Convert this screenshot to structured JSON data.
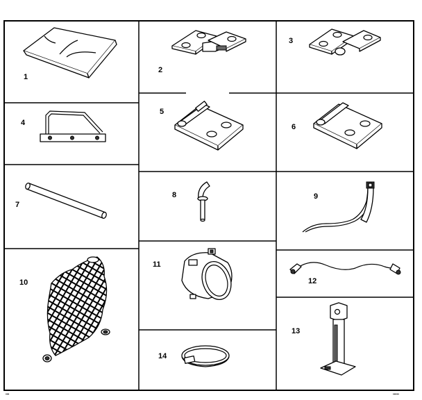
{
  "diagram": {
    "parts": [
      {
        "number": "1",
        "icon": "bag-icon"
      },
      {
        "number": "2",
        "icon": "hinge-plate-icon"
      },
      {
        "number": "3",
        "icon": "hinge-plate-icon"
      },
      {
        "number": "4",
        "icon": "bracket-frame-icon"
      },
      {
        "number": "5",
        "icon": "hinge-icon"
      },
      {
        "number": "6",
        "icon": "hinge-icon"
      },
      {
        "number": "7",
        "icon": "rod-icon"
      },
      {
        "number": "8",
        "icon": "pin-icon"
      },
      {
        "number": "9",
        "icon": "cable-icon"
      },
      {
        "number": "10",
        "icon": "mesh-guard-icon"
      },
      {
        "number": "11",
        "icon": "band-clamp-icon"
      },
      {
        "number": "12",
        "icon": "wire-harness-icon"
      },
      {
        "number": "13",
        "icon": "jack-stand-icon"
      },
      {
        "number": "14",
        "icon": "hose-clamp-icon"
      }
    ]
  }
}
